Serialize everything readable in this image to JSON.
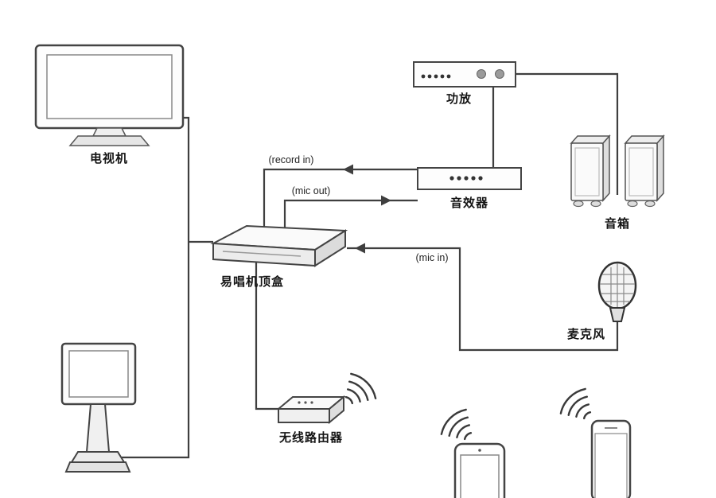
{
  "diagram": {
    "type": "karaoke-av-wiring-diagram",
    "labels": {
      "tv": "电视机",
      "amplifier": "功放",
      "sound_effector": "音效器",
      "speakers": "音箱",
      "set_top_box": "易唱机顶盒",
      "microphone": "麦克风",
      "wireless_router": "无线路由器"
    },
    "connection_labels": {
      "record_in": "(record in)",
      "mic_out": "(mic out)",
      "mic_in": "(mic in)"
    },
    "colors": {
      "background": "#ffffff",
      "line": "#3f3f3f",
      "text": "#141414"
    }
  }
}
